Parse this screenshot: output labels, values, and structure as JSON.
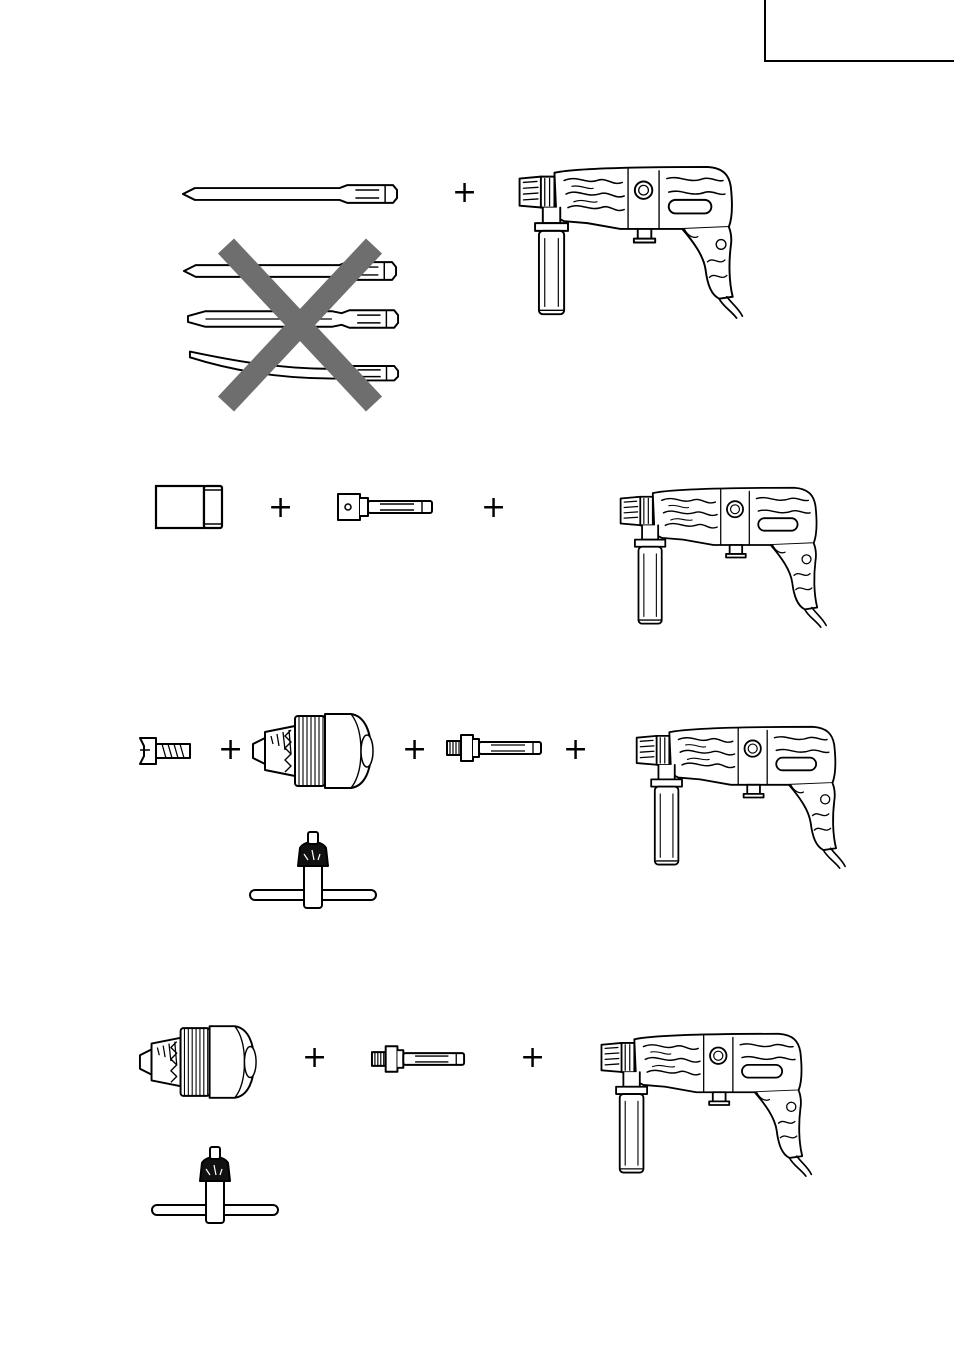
{
  "page": {
    "tab_text": ""
  },
  "operator": "+",
  "colors": {
    "line": "#000000",
    "cross": "#6e6e6e",
    "background": "#ffffff"
  },
  "rows": [
    {
      "id": "row-1",
      "items": [
        "pointed-chisel",
        "plus",
        "rotary-hammer"
      ],
      "prohibited_items": [
        "pointed-chisel",
        "flat-chisel",
        "cold-chisel",
        "scoop-chisel"
      ],
      "prohibited_mark": "cross-icon"
    },
    {
      "id": "row-2",
      "items": [
        "core-bit",
        "plus",
        "core-bit-adapter",
        "plus",
        "rotary-hammer"
      ]
    },
    {
      "id": "row-3",
      "items": [
        "chuck-screw",
        "plus",
        "drill-chuck",
        "plus",
        "chuck-adapter",
        "plus",
        "rotary-hammer"
      ],
      "extras": [
        "chuck-key"
      ]
    },
    {
      "id": "row-4",
      "items": [
        "drill-chuck",
        "plus",
        "chuck-adapter",
        "plus",
        "rotary-hammer"
      ],
      "extras": [
        "chuck-key"
      ]
    }
  ]
}
